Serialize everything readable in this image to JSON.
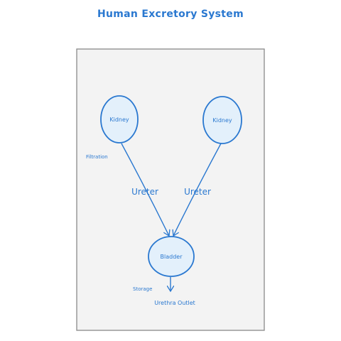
{
  "title": "Human Excretory System",
  "nodes": {
    "kidney_left": "Kidney",
    "kidney_right": "Kidney",
    "bladder": "Bladder"
  },
  "edges": {
    "ureter_left": "Ureter",
    "ureter_right": "Ureter"
  },
  "annotations": {
    "filtration": "Filtration",
    "storage": "Storage",
    "urethra_outlet": "Urethra Outlet"
  },
  "colors": {
    "stroke": "#2a78d0",
    "node_fill": "#e3f0fb",
    "container_fill": "#f3f3f3",
    "container_stroke": "#8a8a8a"
  }
}
